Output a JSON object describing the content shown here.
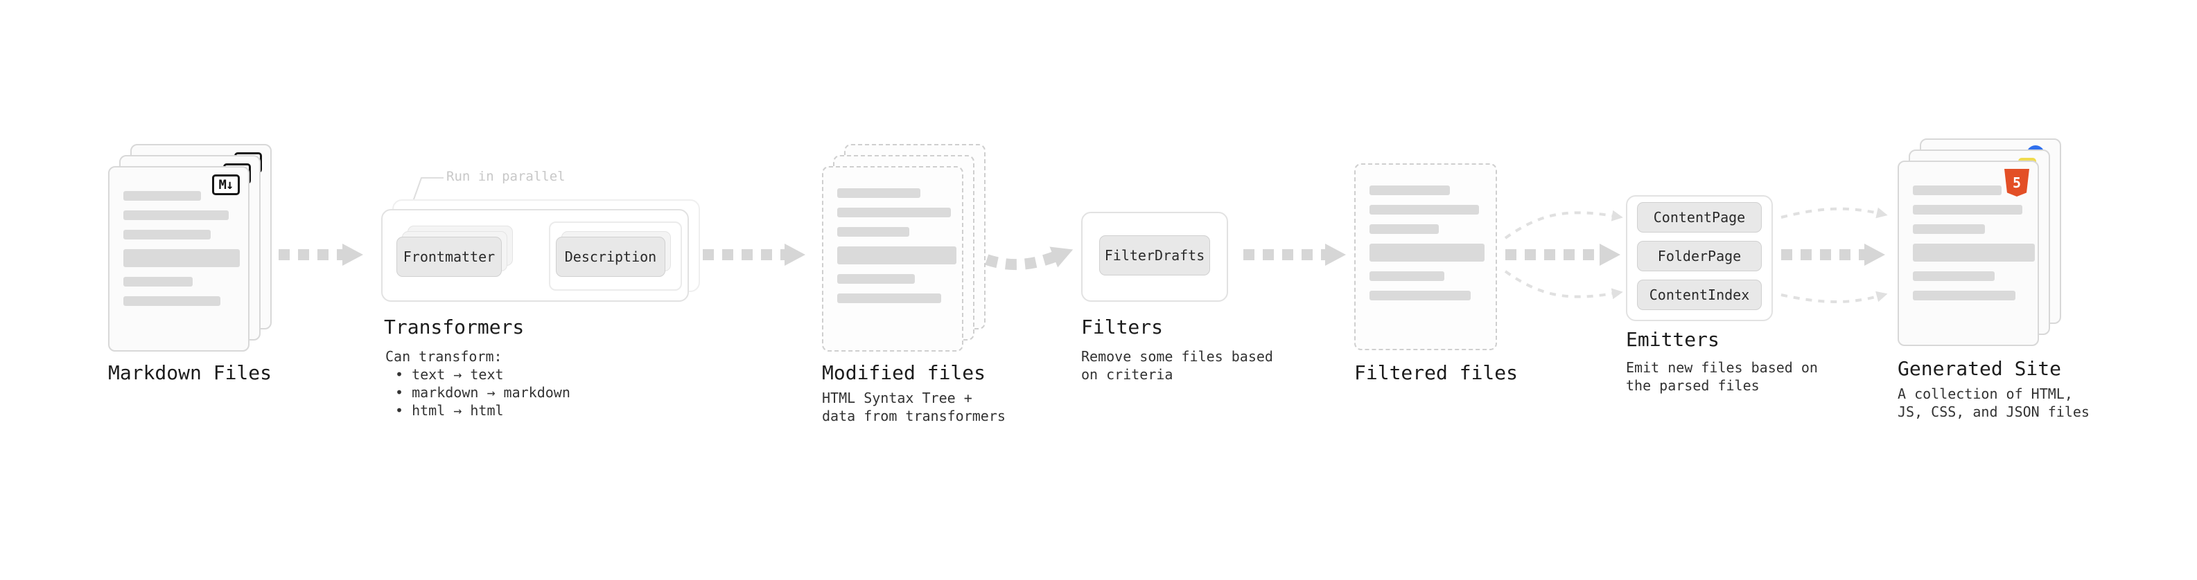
{
  "diagram": {
    "nodes": {
      "markdown_files": {
        "title": "Markdown Files"
      },
      "transformers": {
        "title": "Transformers",
        "parallel_label": "Run in parallel",
        "step1": "Frontmatter",
        "step2": "Description",
        "caption_heading": "Can transform:",
        "bullets": [
          "• text → text",
          "• markdown → markdown",
          "• html → html"
        ]
      },
      "modified_files": {
        "title": "Modified files",
        "caption_lines": [
          "HTML Syntax Tree +",
          "data from transformers"
        ]
      },
      "filters": {
        "title": "Filters",
        "button": "FilterDrafts",
        "caption_lines": [
          "Remove some files based",
          "on criteria"
        ]
      },
      "filtered_files": {
        "title": "Filtered files"
      },
      "emitters": {
        "title": "Emitters",
        "buttons": [
          "ContentPage",
          "FolderPage",
          "ContentIndex"
        ],
        "caption_lines": [
          "Emit new files based on",
          "the parsed files"
        ]
      },
      "generated_site": {
        "title": "Generated Site",
        "caption_lines": [
          "A collection of HTML,",
          "JS, CSS, and JSON files"
        ]
      }
    },
    "icons": {
      "markdown_glyph": "M↓",
      "html5_glyph": "5"
    },
    "colors": {
      "arrow_gray": "#d6d6d6",
      "light_arrow_gray": "#e0e0e0",
      "html5_orange": "#e34f26",
      "js_yellow": "#f0db4f",
      "css_blue": "#2f6fed"
    }
  }
}
